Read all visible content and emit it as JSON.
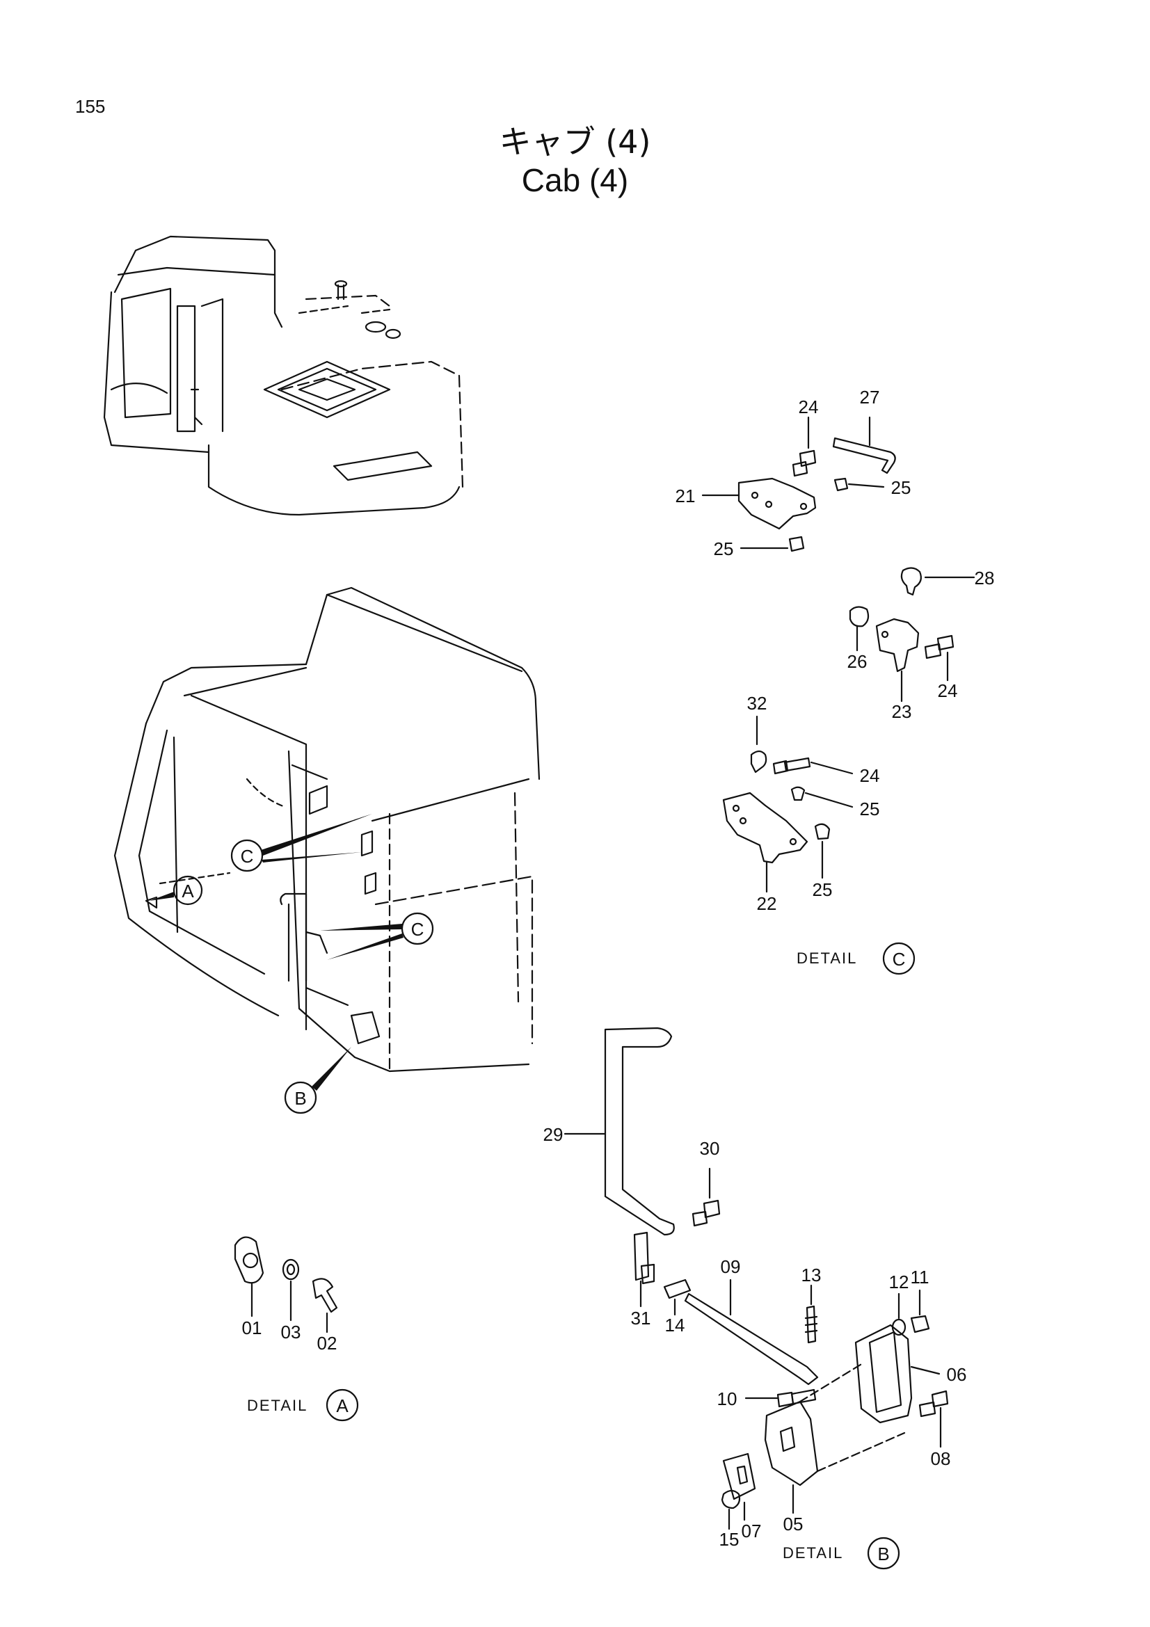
{
  "page_number": "155",
  "title_jp": "キャブ (4)",
  "title_en": "Cab (4)",
  "callouts": {
    "a": "A",
    "b": "B",
    "c": "C"
  },
  "details": [
    {
      "label": "DETAIL",
      "letter": "C"
    },
    {
      "label": "DETAIL",
      "letter": "A"
    },
    {
      "label": "DETAIL",
      "letter": "B"
    }
  ],
  "parts": {
    "p01": "01",
    "p02": "02",
    "p03": "03",
    "p05": "05",
    "p06": "06",
    "p07": "07",
    "p08": "08",
    "p09": "09",
    "p10": "10",
    "p11": "11",
    "p12": "12",
    "p13": "13",
    "p14": "14",
    "p15": "15",
    "p21": "21",
    "p22": "22",
    "p23": "23",
    "p24": "24",
    "p25": "25",
    "p26": "26",
    "p27": "27",
    "p28": "28",
    "p29": "29",
    "p30": "30",
    "p31": "31",
    "p32": "32"
  }
}
